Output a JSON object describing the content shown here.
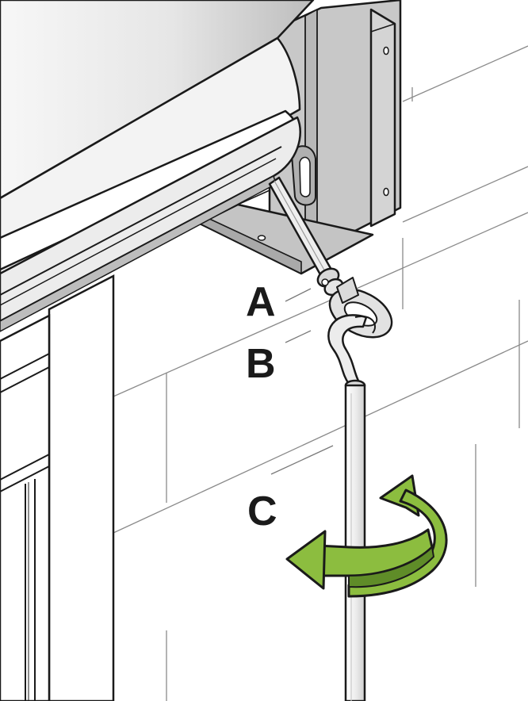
{
  "labels": {
    "a": "A",
    "b": "B",
    "c": "C"
  },
  "parts": {
    "a": "crank-eye",
    "b": "crank-hook",
    "c": "crank-handle"
  },
  "colors": {
    "outline": "#1a1a1a",
    "bracket": "#c6c6c6",
    "bracket_dark": "#a9a9a9",
    "cassette_light": "#f4f4f4",
    "cassette_mid": "#d8d8d8",
    "pole": "#f2f2f2",
    "arrow_green": "#8cbd3f",
    "wall_line": "#7a7a7a"
  },
  "icons": {
    "rotation": "rotate-arrow-icon"
  }
}
